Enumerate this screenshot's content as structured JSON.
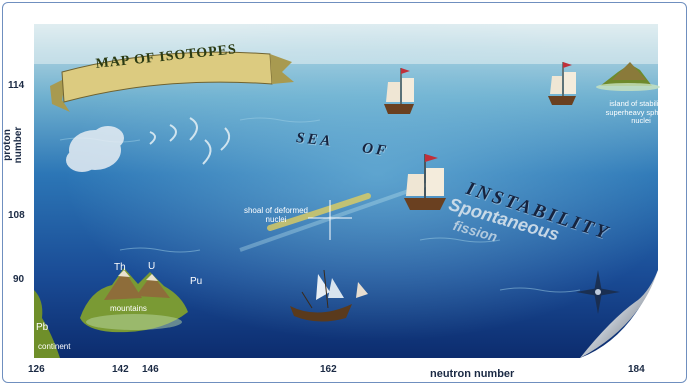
{
  "title": "MAP OF ISOTOPES",
  "axes": {
    "y_label": "proton number",
    "x_label": "neutron number",
    "y_ticks": [
      "114",
      "108",
      "90"
    ],
    "x_ticks": [
      "126",
      "142",
      "146",
      "162",
      "184"
    ]
  },
  "sea_words": [
    "SEA",
    "OF",
    "INSTABILITY"
  ],
  "spontaneous": [
    "Spontaneous",
    "fission"
  ],
  "labels": {
    "island": "island of stability of superheavy spherical nuclei",
    "shoal": "shoal of deformed nuclei",
    "th": "Th",
    "u": "U",
    "pu": "Pu",
    "mountains": "mountains",
    "pb": "Pb",
    "continent": "continent"
  },
  "colors": {
    "sea_deep": "#0f2f7a",
    "sea_mid": "#2f78b8",
    "sea_light": "#8fc4dc",
    "sky": "#cfe3ec",
    "land": "#7fa23a",
    "banner": "#d9c77a"
  }
}
